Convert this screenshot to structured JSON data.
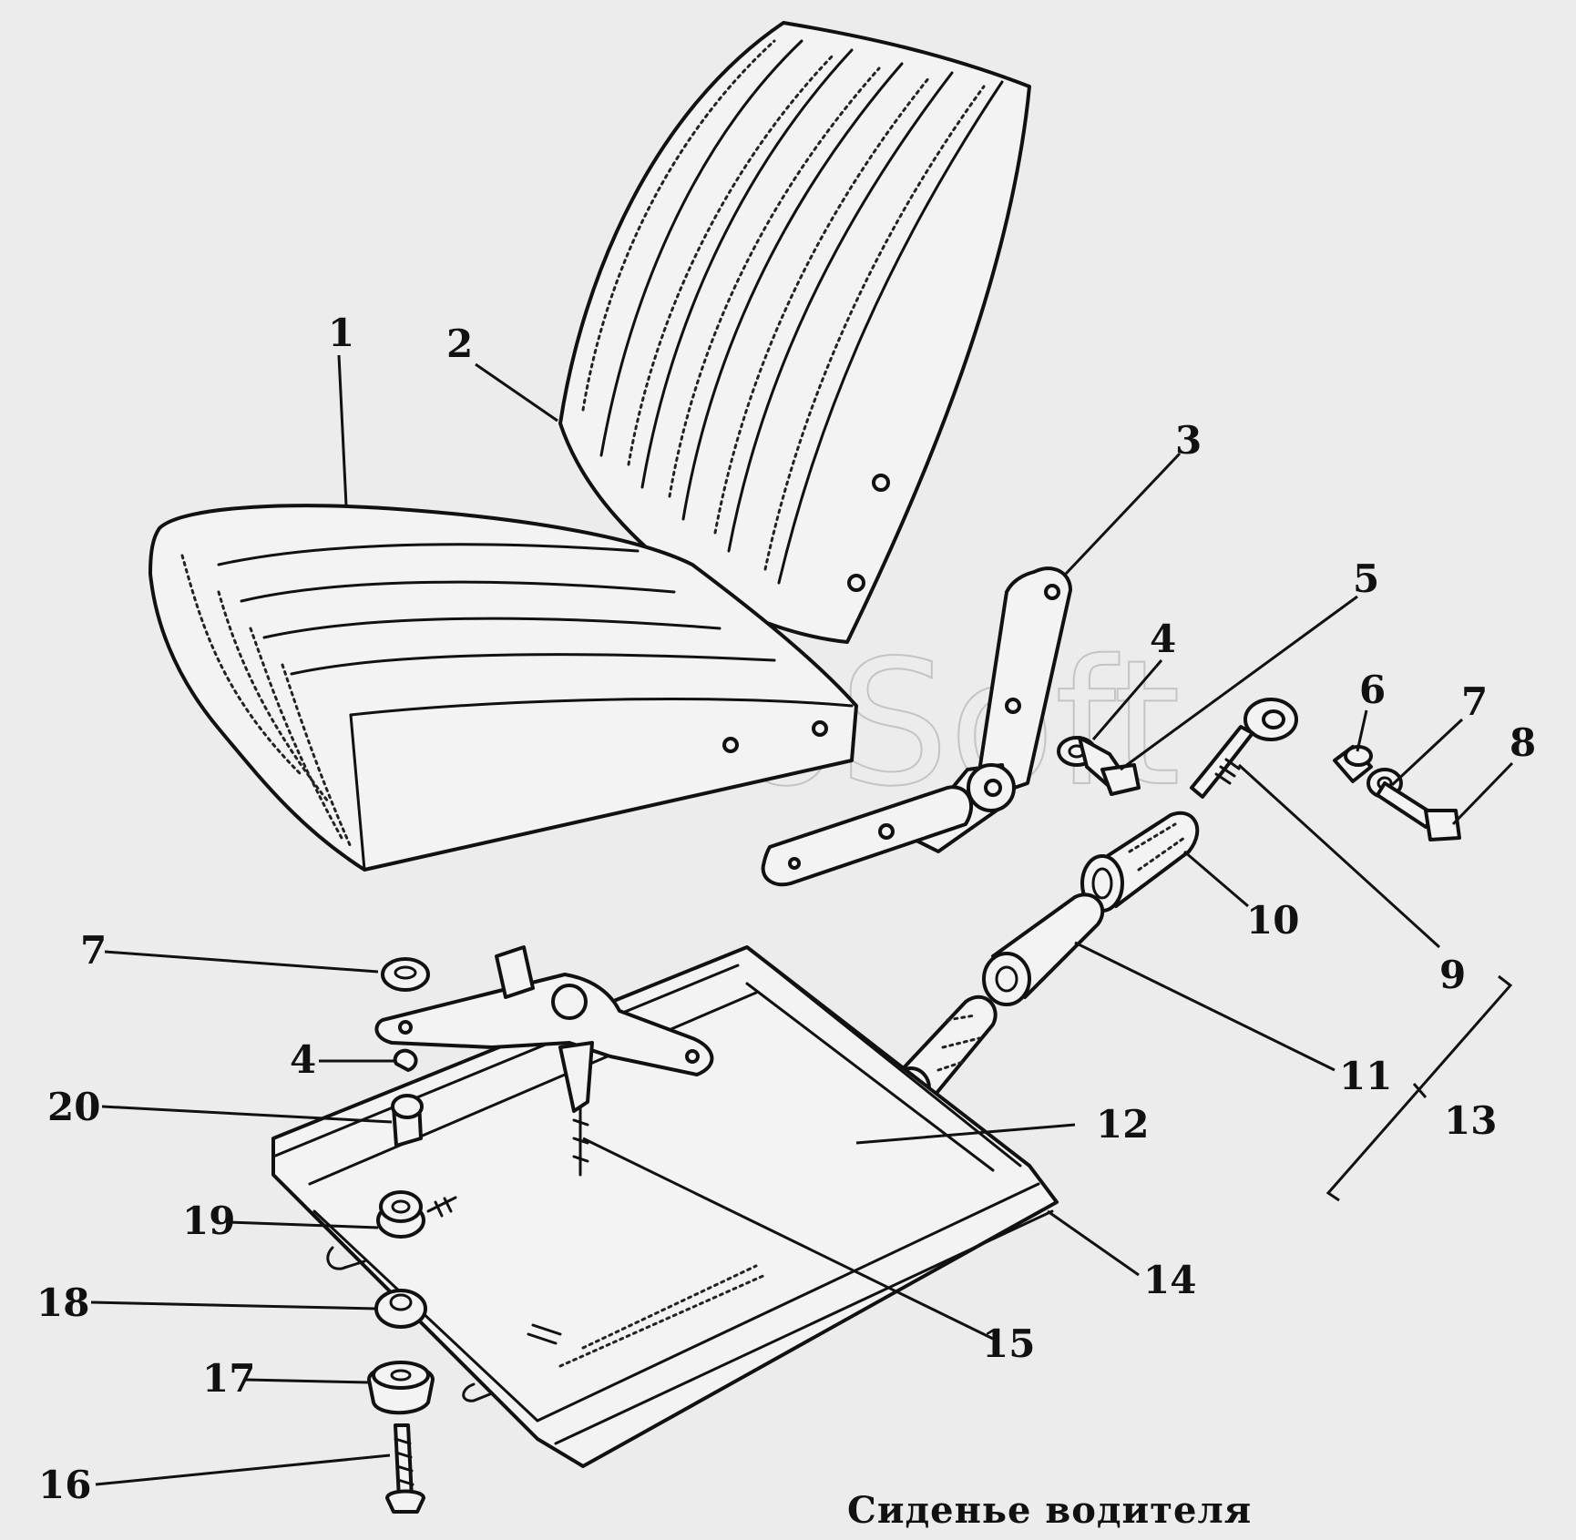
{
  "diagram": {
    "watermark": "AutoSoft",
    "caption": "Сиденье водителя",
    "callouts": {
      "c1": "1",
      "c2": "2",
      "c3": "3",
      "c4a": "4",
      "c5": "5",
      "c6": "6",
      "c7a": "7",
      "c8": "8",
      "c9": "9",
      "c10": "10",
      "c7b": "7",
      "c4b": "4",
      "c20": "20",
      "c11": "11",
      "c12": "12",
      "c13": "13",
      "c19": "19",
      "c14": "14",
      "c18": "18",
      "c15": "15",
      "c17": "17",
      "c16": "16"
    }
  }
}
